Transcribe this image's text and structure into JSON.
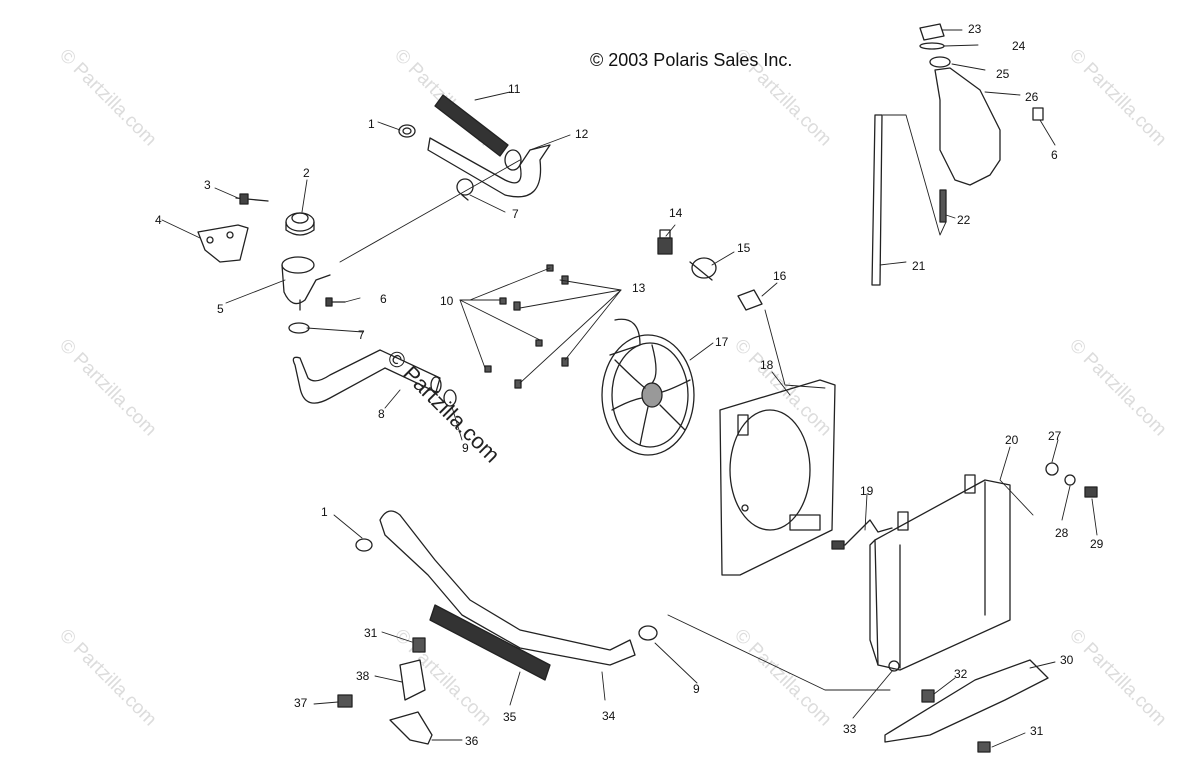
{
  "copyright": "© 2003 Polaris Sales Inc.",
  "watermark": "© Partzilla.com",
  "callouts": [
    "1",
    "2",
    "3",
    "4",
    "5",
    "6",
    "7",
    "8",
    "9",
    "10",
    "11",
    "12",
    "13",
    "14",
    "15",
    "16",
    "17",
    "18",
    "19",
    "20",
    "21",
    "22",
    "23",
    "24",
    "25",
    "26",
    "27",
    "28",
    "29",
    "30",
    "31",
    "32",
    "33",
    "34",
    "35",
    "36",
    "37",
    "38"
  ],
  "colors": {
    "line": "#222222",
    "watermark": "#dcdcdc"
  }
}
